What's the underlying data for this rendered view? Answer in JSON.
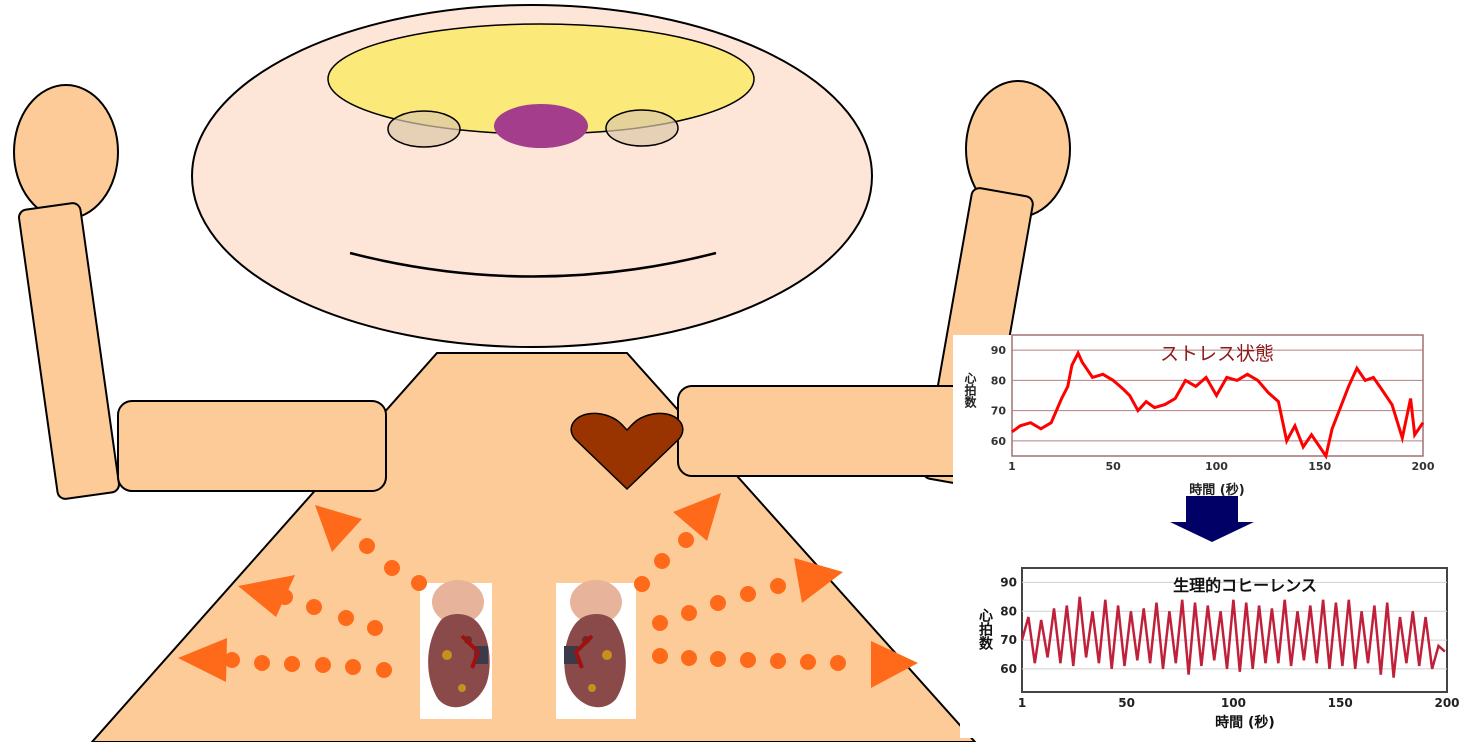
{
  "colors": {
    "skin": "#fdcb98",
    "face": "#fde6d8",
    "brain": "#fbe97a",
    "pituitary": "#a33d8c",
    "heart": "#993300",
    "arrow": "#ff6a1a",
    "chart_line_stress": "#ff0000",
    "chart_line_coherence": "#c0203a",
    "chart_title": "#8b1a1a",
    "down_arrow": "#000066"
  },
  "icons": {
    "figure": "person-figure-icon",
    "heart": "heart-icon",
    "kidney": "kidney-adrenal-icon",
    "arrow": "dotted-arrow-icon",
    "down_arrow": "down-arrow-icon"
  },
  "chart_data": [
    {
      "type": "line",
      "title": "ストレス状態",
      "xlabel": "時間 (秒)",
      "ylabel": "心拍数",
      "xlim": [
        1,
        200
      ],
      "ylim": [
        55,
        95
      ],
      "xticks": [
        "1",
        "50",
        "100",
        "150",
        "200"
      ],
      "yticks": [
        "90",
        "80",
        "70",
        "60"
      ],
      "grid": true,
      "series": [
        {
          "x": [
            1,
            5,
            10,
            15,
            20,
            25,
            28,
            30,
            33,
            35,
            40,
            45,
            50,
            55,
            58,
            62,
            66,
            70,
            75,
            80,
            85,
            90,
            95,
            100,
            105,
            110,
            115,
            120,
            125,
            130,
            134,
            138,
            142,
            146,
            150,
            153,
            156,
            160,
            164,
            168,
            172,
            176,
            180,
            185,
            190,
            194,
            196,
            200
          ],
          "y": [
            63,
            65,
            66,
            64,
            66,
            74,
            78,
            85,
            89,
            86,
            81,
            82,
            80,
            77,
            75,
            70,
            73,
            71,
            72,
            74,
            80,
            78,
            81,
            75,
            81,
            80,
            82,
            80,
            76,
            73,
            60,
            65,
            58,
            62,
            58,
            55,
            64,
            71,
            78,
            84,
            80,
            81,
            77,
            72,
            61,
            74,
            62,
            66
          ]
        }
      ]
    },
    {
      "type": "line",
      "title": "生理的コヒーレンス",
      "xlabel": "時間 (秒)",
      "ylabel": "心拍数",
      "xlim": [
        1,
        200
      ],
      "ylim": [
        52,
        95
      ],
      "xticks": [
        "1",
        "50",
        "100",
        "150",
        "200"
      ],
      "yticks": [
        "90",
        "80",
        "70",
        "60"
      ],
      "grid": true,
      "series": [
        {
          "x": [
            1,
            4,
            7,
            10,
            13,
            16,
            19,
            22,
            25,
            28,
            31,
            34,
            37,
            40,
            43,
            46,
            49,
            52,
            55,
            58,
            61,
            64,
            67,
            70,
            73,
            76,
            79,
            82,
            85,
            88,
            91,
            94,
            97,
            100,
            103,
            106,
            109,
            112,
            115,
            118,
            121,
            124,
            127,
            130,
            133,
            136,
            139,
            142,
            145,
            148,
            151,
            154,
            157,
            160,
            163,
            166,
            169,
            172,
            175,
            178,
            181,
            184,
            187,
            190,
            193,
            196,
            199
          ],
          "y": [
            70,
            78,
            62,
            77,
            64,
            81,
            62,
            82,
            61,
            85,
            64,
            80,
            62,
            84,
            60,
            82,
            61,
            80,
            63,
            81,
            62,
            83,
            60,
            80,
            62,
            84,
            58,
            83,
            61,
            82,
            63,
            80,
            60,
            84,
            59,
            83,
            60,
            82,
            62,
            81,
            62,
            84,
            61,
            80,
            63,
            82,
            62,
            84,
            60,
            83,
            61,
            84,
            60,
            80,
            62,
            82,
            58,
            83,
            57,
            78,
            62,
            80,
            61,
            78,
            60,
            68,
            66
          ]
        }
      ]
    }
  ]
}
